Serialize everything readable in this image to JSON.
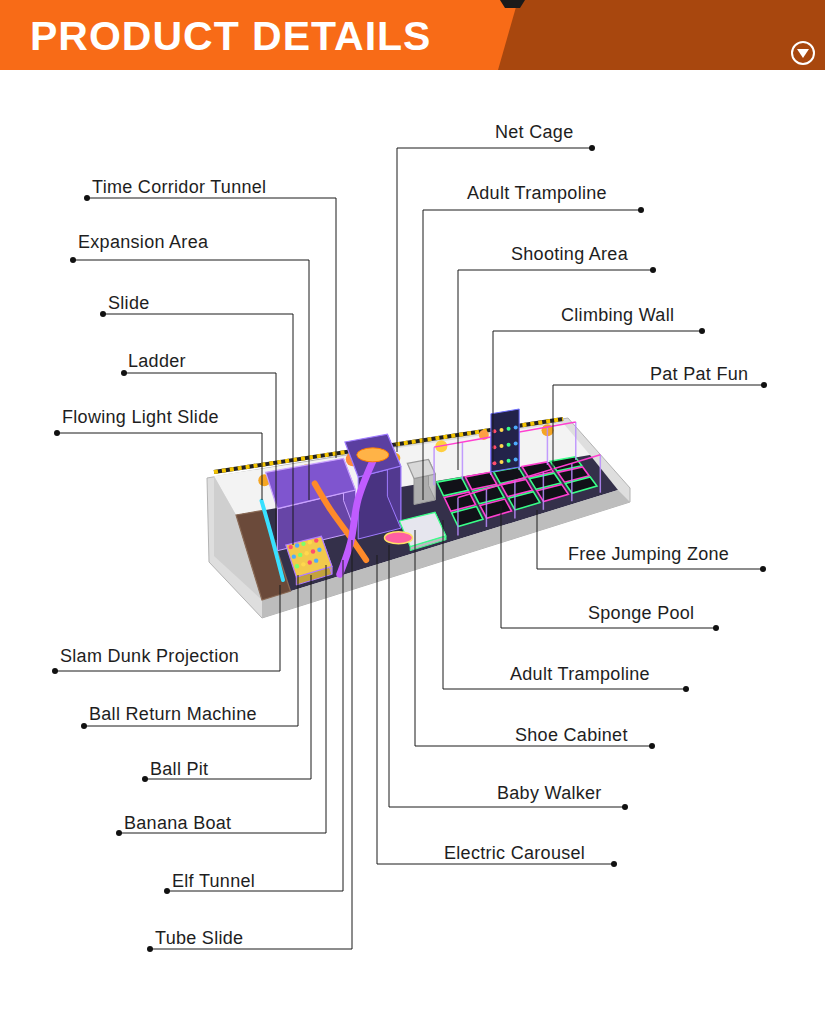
{
  "diagram": {
    "title": "PRODUCT DETAILS",
    "labels": [
      "Net Cage",
      "Time Corridor Tunnel",
      "Adult Trampoline",
      "Expansion Area",
      "Shooting Area",
      "Slide",
      "Climbing Wall",
      "Ladder",
      "Pat Pat Fun",
      "Flowing Light Slide",
      "Free Jumping Zone",
      "Sponge Pool",
      "Slam Dunk Projection",
      "Adult Trampoline",
      "Ball Return Machine",
      "Shoe Cabinet",
      "Ball Pit",
      "Baby Walker",
      "Banana Boat",
      "Electric Carousel",
      "Elf Tunnel",
      "Tube Slide"
    ]
  }
}
